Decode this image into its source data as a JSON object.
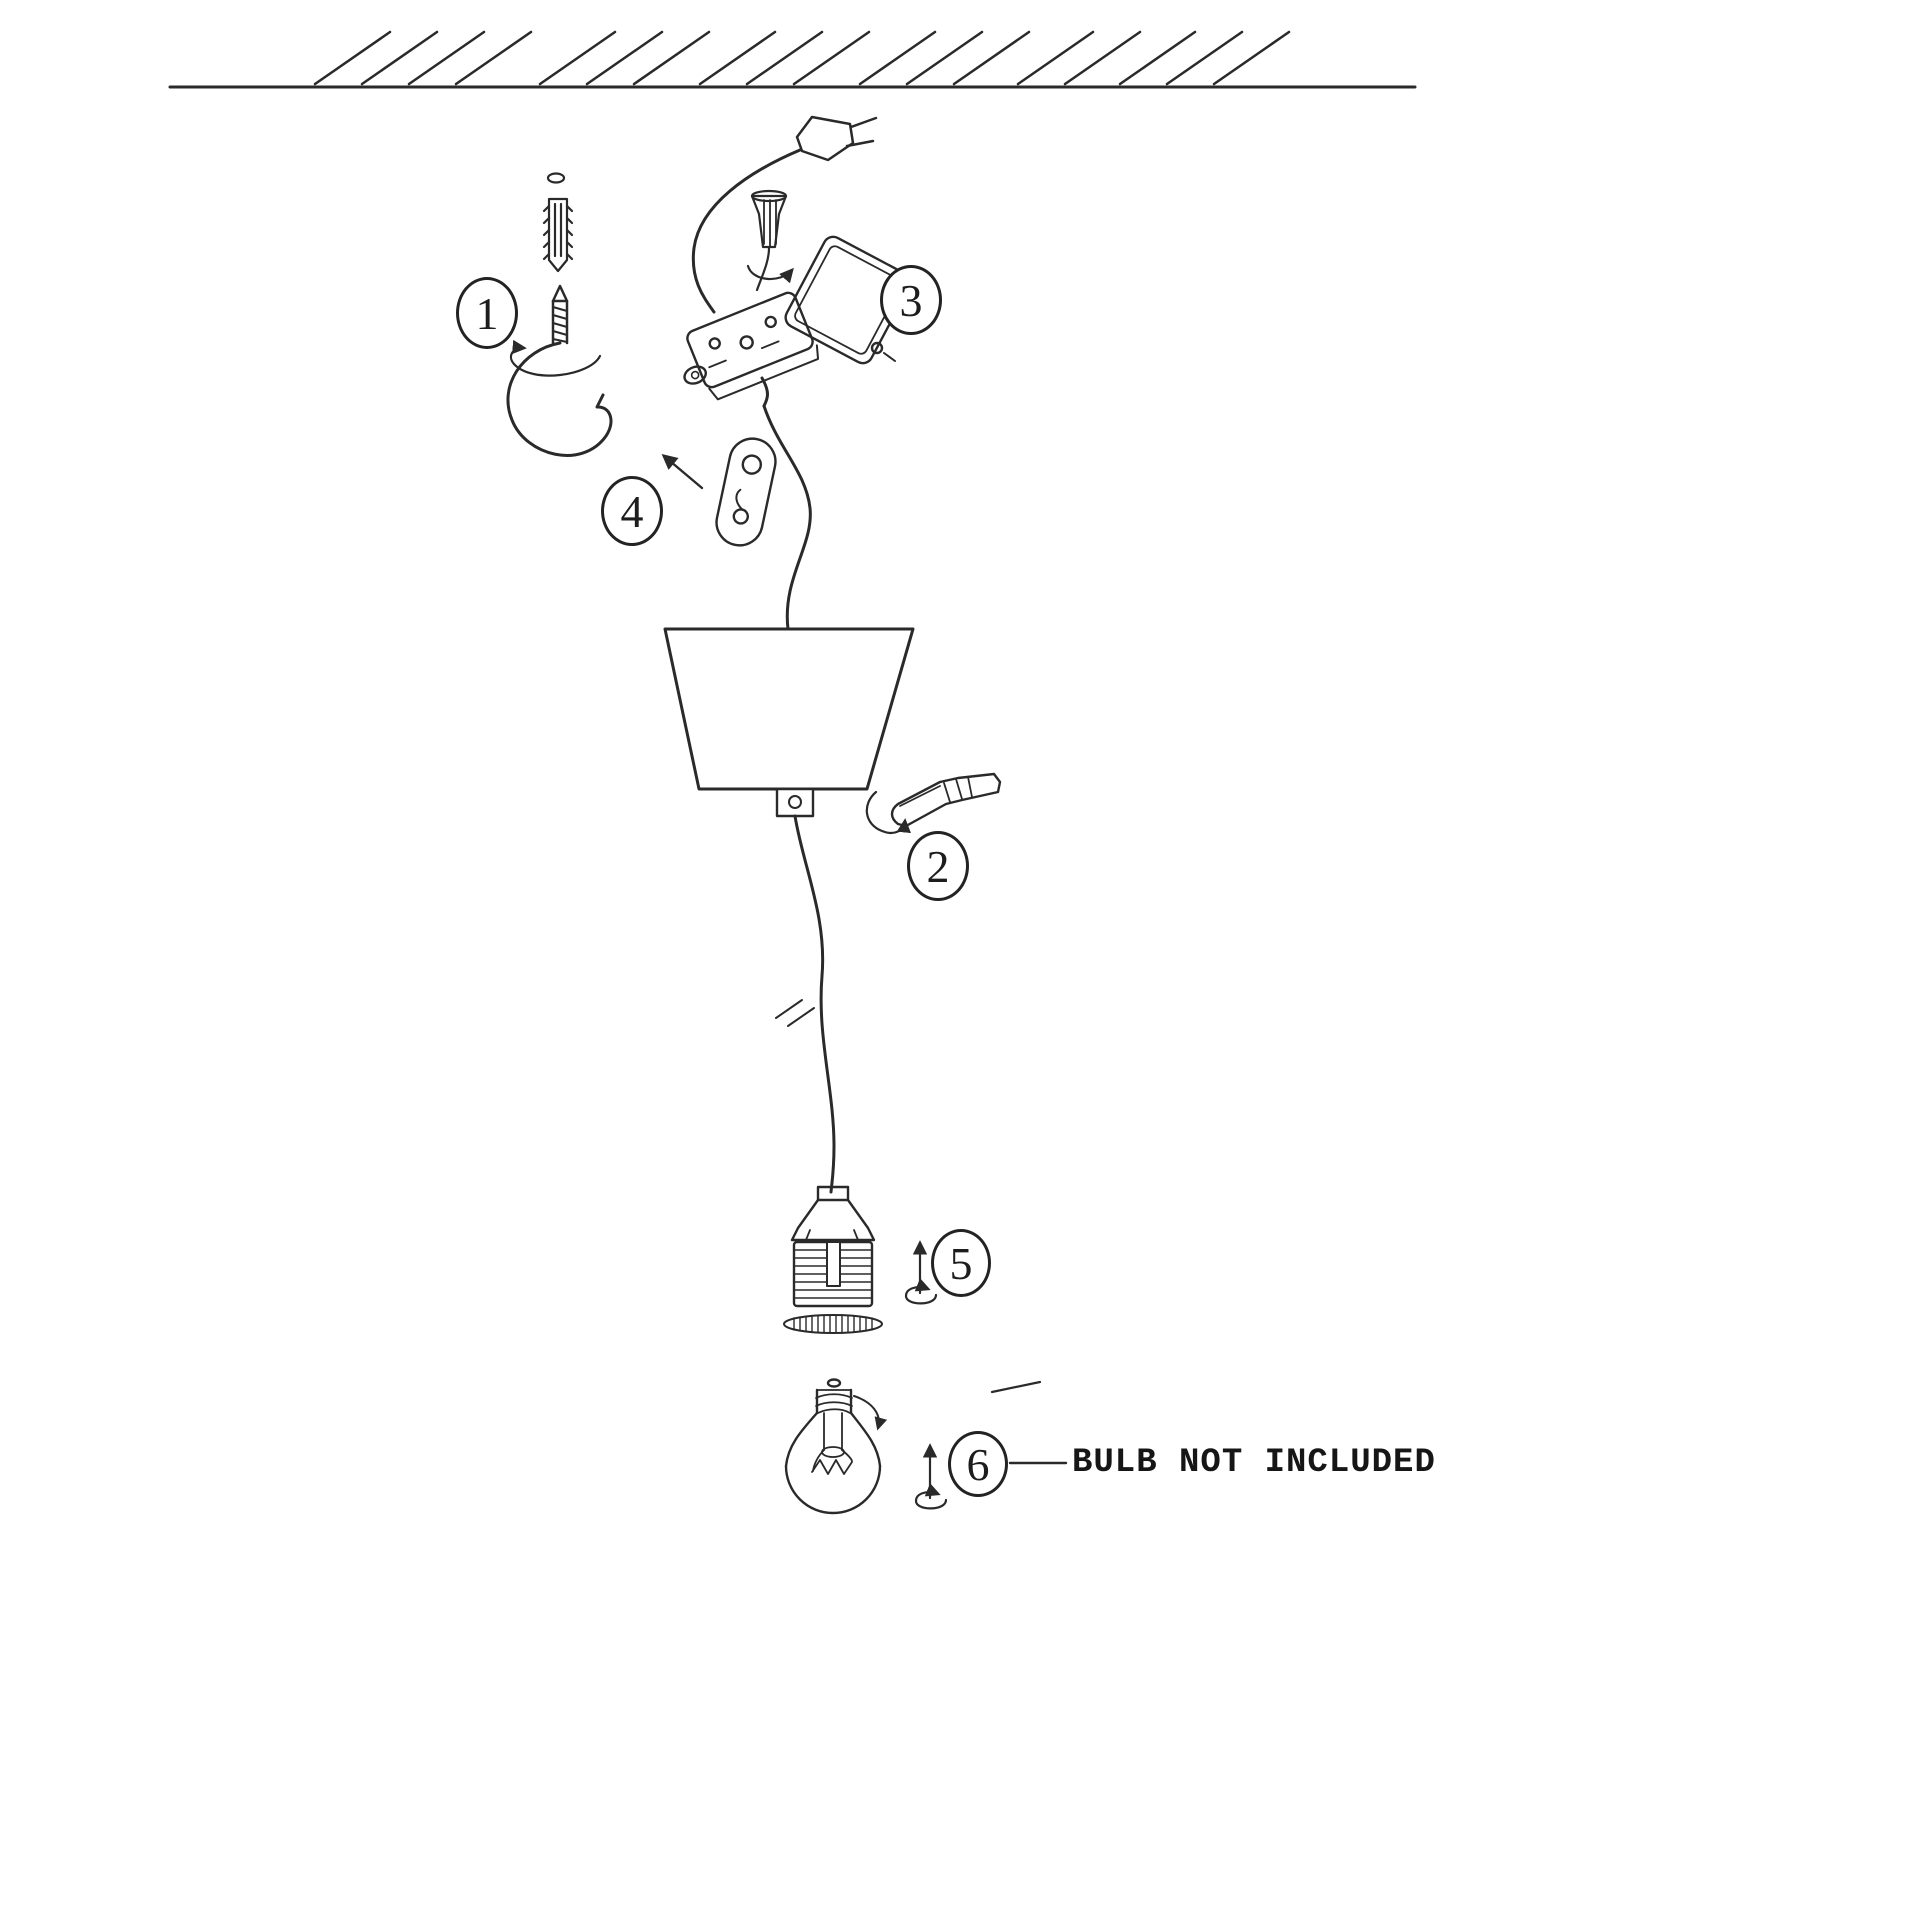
{
  "page": {
    "background": "#ffffff",
    "ink": "#2a2a2a"
  },
  "steps": [
    {
      "label": "1"
    },
    {
      "label": "2"
    },
    {
      "label": "3"
    },
    {
      "label": "4"
    },
    {
      "label": "5"
    },
    {
      "label": "6"
    }
  ],
  "note": {
    "text": "BULB NOT INCLUDED"
  },
  "parts": [
    "ceiling-hatch",
    "wall-anchor",
    "screw-hook",
    "power-plug",
    "twist-wire-connector",
    "cord-switch-assembly",
    "ceiling-strap",
    "lampshade",
    "hanging-cord",
    "cord-grip",
    "lamp-socket",
    "shade-ring",
    "light-bulb"
  ]
}
